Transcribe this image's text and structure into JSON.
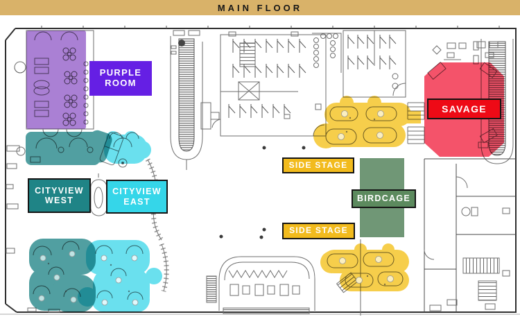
{
  "header": {
    "title": "MAIN FLOOR",
    "bg_color": "#D9B269",
    "text_color": "#171717"
  },
  "zones": {
    "purple_room": {
      "label": "PURPLE ROOM",
      "label_bg": "#651FE4",
      "area_color": "#8D55C6"
    },
    "cityview_west": {
      "label": "CITYVIEW WEST",
      "label_bg": "#1F8486",
      "area_color": "#1F8486"
    },
    "cityview_east": {
      "label": "CITYVIEW EAST",
      "label_bg": "#35D6E9",
      "area_color": "#40D8EA"
    },
    "side_stage_top": {
      "label": "SIDE STAGE",
      "label_bg": "#F2BB1D"
    },
    "side_stage_bottom": {
      "label": "SIDE STAGE",
      "label_bg": "#F2BB1D"
    },
    "birdcage": {
      "label": "BIRDCAGE",
      "label_bg": "#5C8A5E",
      "area_color": "#6A9370"
    },
    "savage": {
      "label": "SAVAGE",
      "label_bg": "#EE0A16",
      "area_color": "#F3405A"
    },
    "bars": {
      "area_color": "#F5C62B"
    }
  }
}
